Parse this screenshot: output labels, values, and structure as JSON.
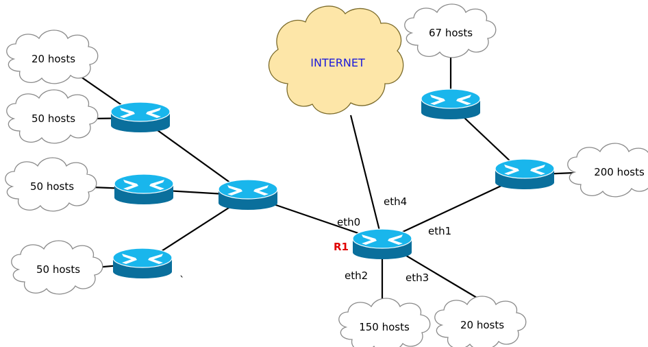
{
  "colors": {
    "internet_fill": "#fde6a8",
    "internet_text": "#1a1adb",
    "router_top": "#19b6ec",
    "router_side": "#0a6f9c",
    "router_label": "#e00000",
    "cloud_stroke": "#8a8a8a"
  },
  "internet": {
    "label": "INTERNET"
  },
  "main_router": {
    "name": "R1"
  },
  "interfaces": {
    "eth0": "eth0",
    "eth1": "eth1",
    "eth2": "eth2",
    "eth3": "eth3",
    "eth4": "eth4"
  },
  "host_clouds": {
    "left_top": "20 hosts",
    "left_second": "50 hosts",
    "left_third": "50 hosts",
    "left_bottom": "50 hosts",
    "right_top": "67 hosts",
    "right_middle": "200 hosts",
    "bottom_middle": "150 hosts",
    "bottom_right": "20 hosts"
  },
  "annotations": {
    "stray_mark": "`"
  }
}
